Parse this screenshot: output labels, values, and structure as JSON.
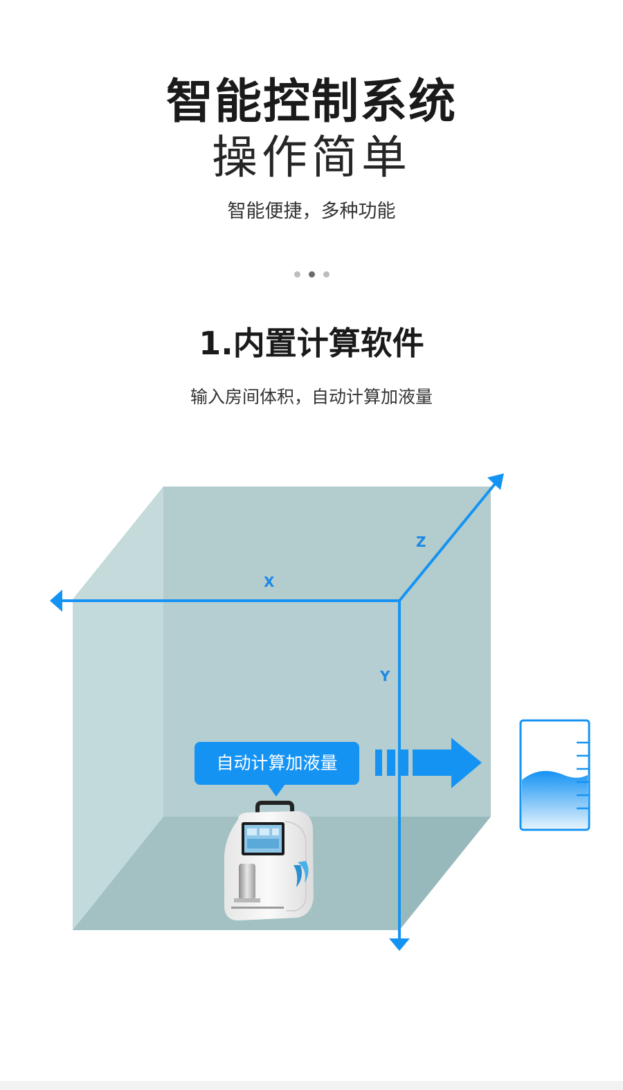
{
  "hero": {
    "title_bold": "智能控制系统",
    "title_light": "操作简单",
    "subtitle": "智能便捷，多种功能"
  },
  "carousel": {
    "dots": 3,
    "active_index": 1
  },
  "section": {
    "title": "1.内置计算软件",
    "subtitle": "输入房间体积，自动计算加液量"
  },
  "diagram": {
    "axis_x_label": "X",
    "axis_y_label": "Y",
    "axis_z_label": "Z",
    "callout_text": "自动计算加液量",
    "beaker_fill_level": 0.5
  },
  "colors": {
    "accent_blue": "#1593f3",
    "room_back_wall": "#b3cdcf",
    "room_side_wall": "#c9dfe0",
    "room_floor": "#98b9bb"
  },
  "icons": {
    "arrow": "right-arrow-icon",
    "beaker": "beaker-icon",
    "device": "atomizer-device-icon"
  }
}
